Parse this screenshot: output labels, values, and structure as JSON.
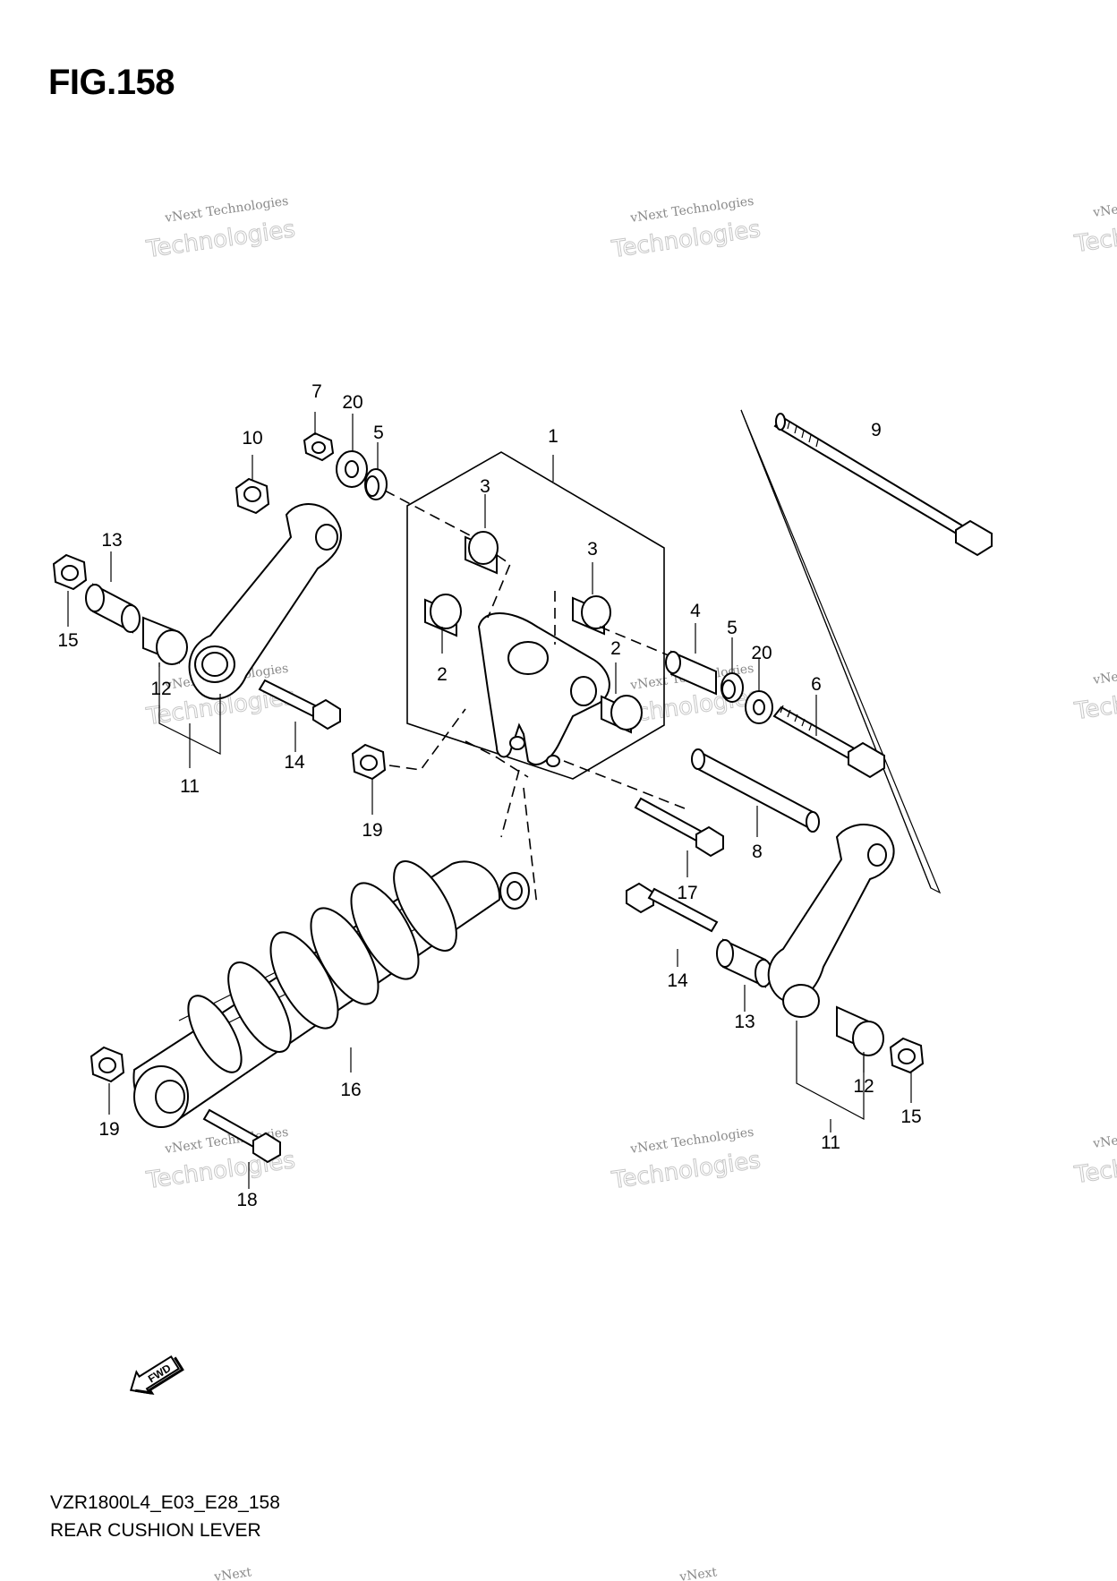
{
  "header": {
    "title": "FIG.158"
  },
  "footer": {
    "code": "VZR1800L4_E03_E28_158",
    "name": "REAR CUSHION LEVER"
  },
  "watermark": {
    "line1": "vNext Technologies",
    "line2": "Technologies",
    "line3": "vNext"
  },
  "fwd_label": "FWD",
  "callouts": {
    "c1": "1",
    "c2a": "2",
    "c2b": "2",
    "c3a": "3",
    "c3b": "3",
    "c4": "4",
    "c5a": "5",
    "c5b": "5",
    "c6": "6",
    "c7": "7",
    "c8": "8",
    "c9": "9",
    "c10": "10",
    "c11a": "11",
    "c11b": "11",
    "c12a": "12",
    "c12b": "12",
    "c13a": "13",
    "c13b": "13",
    "c14a": "14",
    "c14b": "14",
    "c15a": "15",
    "c15b": "15",
    "c16": "16",
    "c17": "17",
    "c18": "18",
    "c19a": "19",
    "c19b": "19",
    "c20a": "20",
    "c20b": "20"
  }
}
